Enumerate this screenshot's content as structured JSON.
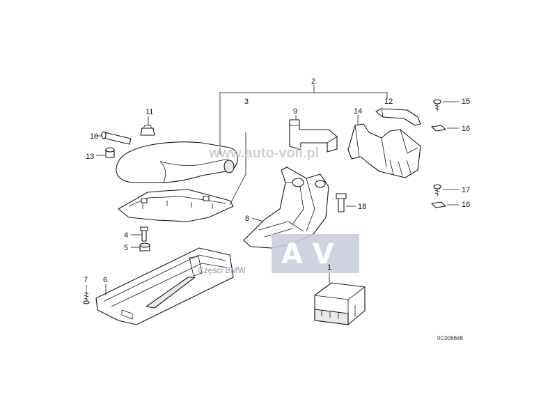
{
  "diagram": {
    "reference_code": "0C006668",
    "watermark_text": "www.auto-voll.pl",
    "logo_text": "A V",
    "logo_subtext": "Części BMW"
  },
  "callouts": {
    "c1": "1",
    "c2": "2",
    "c3": "3",
    "c4": "4",
    "c5": "5",
    "c6": "6",
    "c7": "7",
    "c8": "8",
    "c9": "9",
    "c10": "10",
    "c11": "11",
    "c12": "12",
    "c13": "13",
    "c14": "14",
    "c15": "15",
    "c16a": "16",
    "c16b": "16",
    "c17": "17",
    "c18": "18"
  }
}
